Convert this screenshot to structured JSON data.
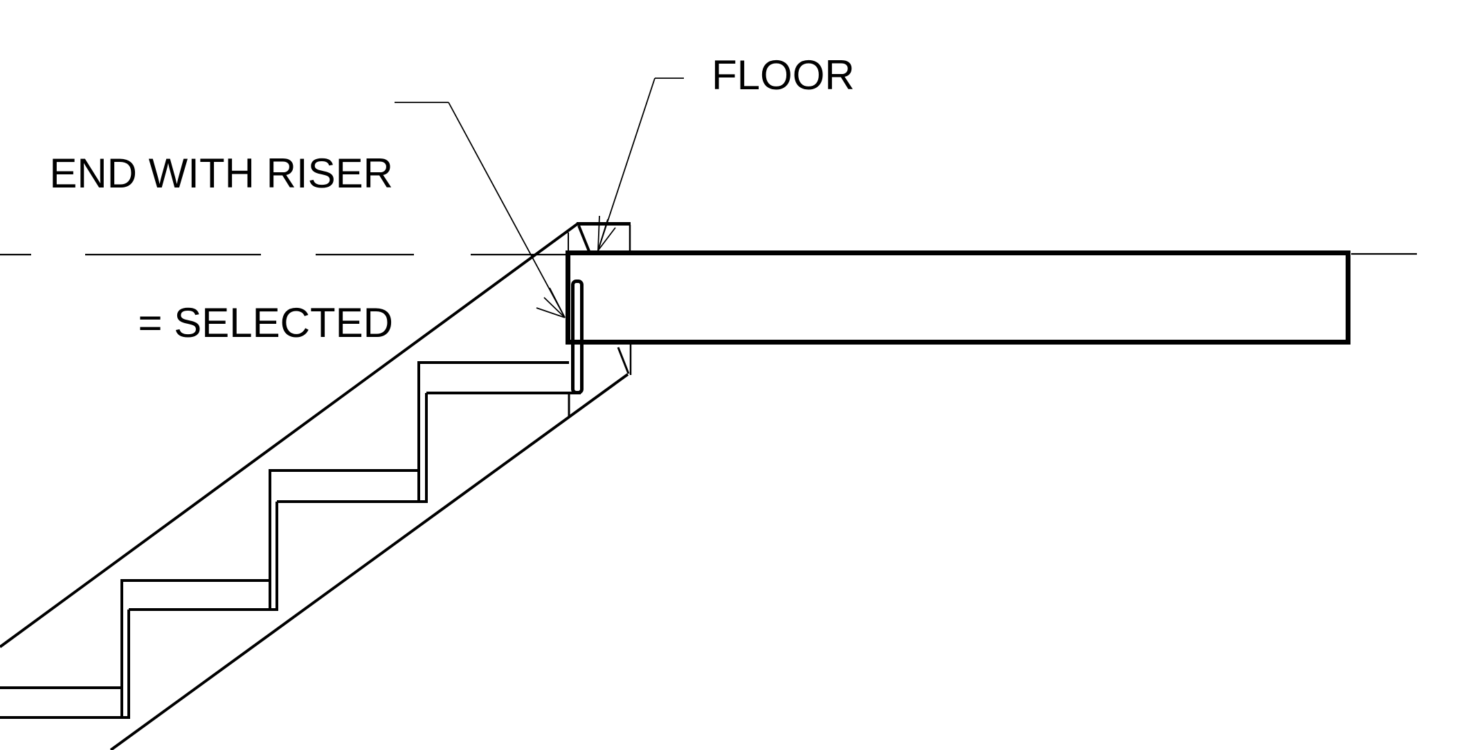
{
  "annotations": {
    "end_with_riser": {
      "line1": "END WITH RISER",
      "line2": "= SELECTED"
    },
    "floor": {
      "label": "FLOOR"
    }
  },
  "colors": {
    "line": "#000000",
    "background": "#ffffff"
  },
  "drawing": {
    "selected_element": "riser"
  }
}
